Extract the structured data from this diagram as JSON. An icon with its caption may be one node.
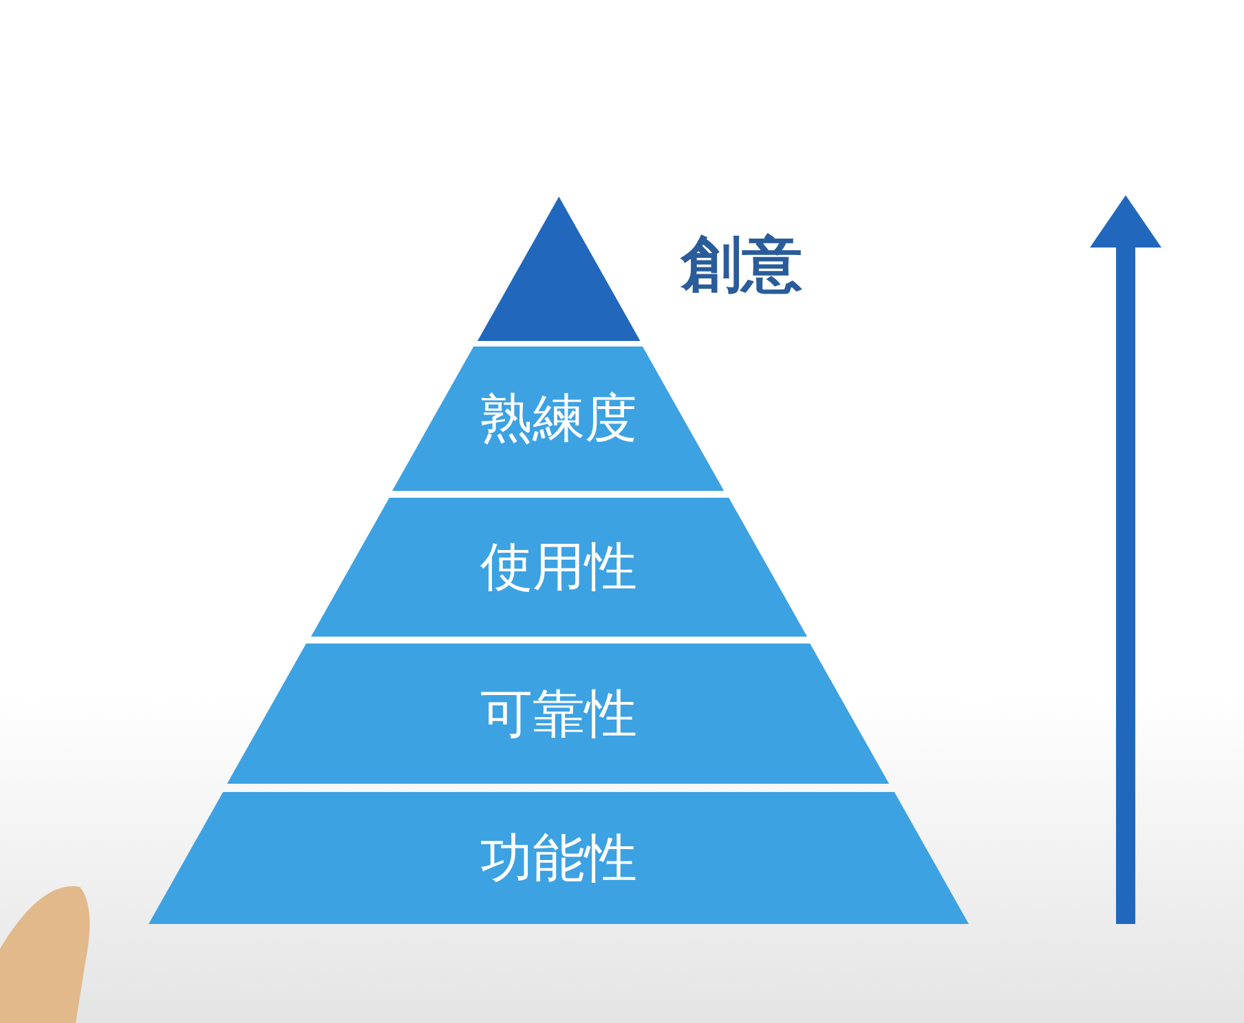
{
  "diagram": {
    "nodes": [
      {
        "text": [],
        "shape": "triangle",
        "beside": [
          "創意"
        ]
      },
      {
        "text": [
          "熟練度"
        ]
      },
      {
        "text": [
          "使用性"
        ]
      },
      {
        "text": [
          "可靠性"
        ]
      },
      {
        "text": [
          "功能性"
        ]
      }
    ]
  }
}
